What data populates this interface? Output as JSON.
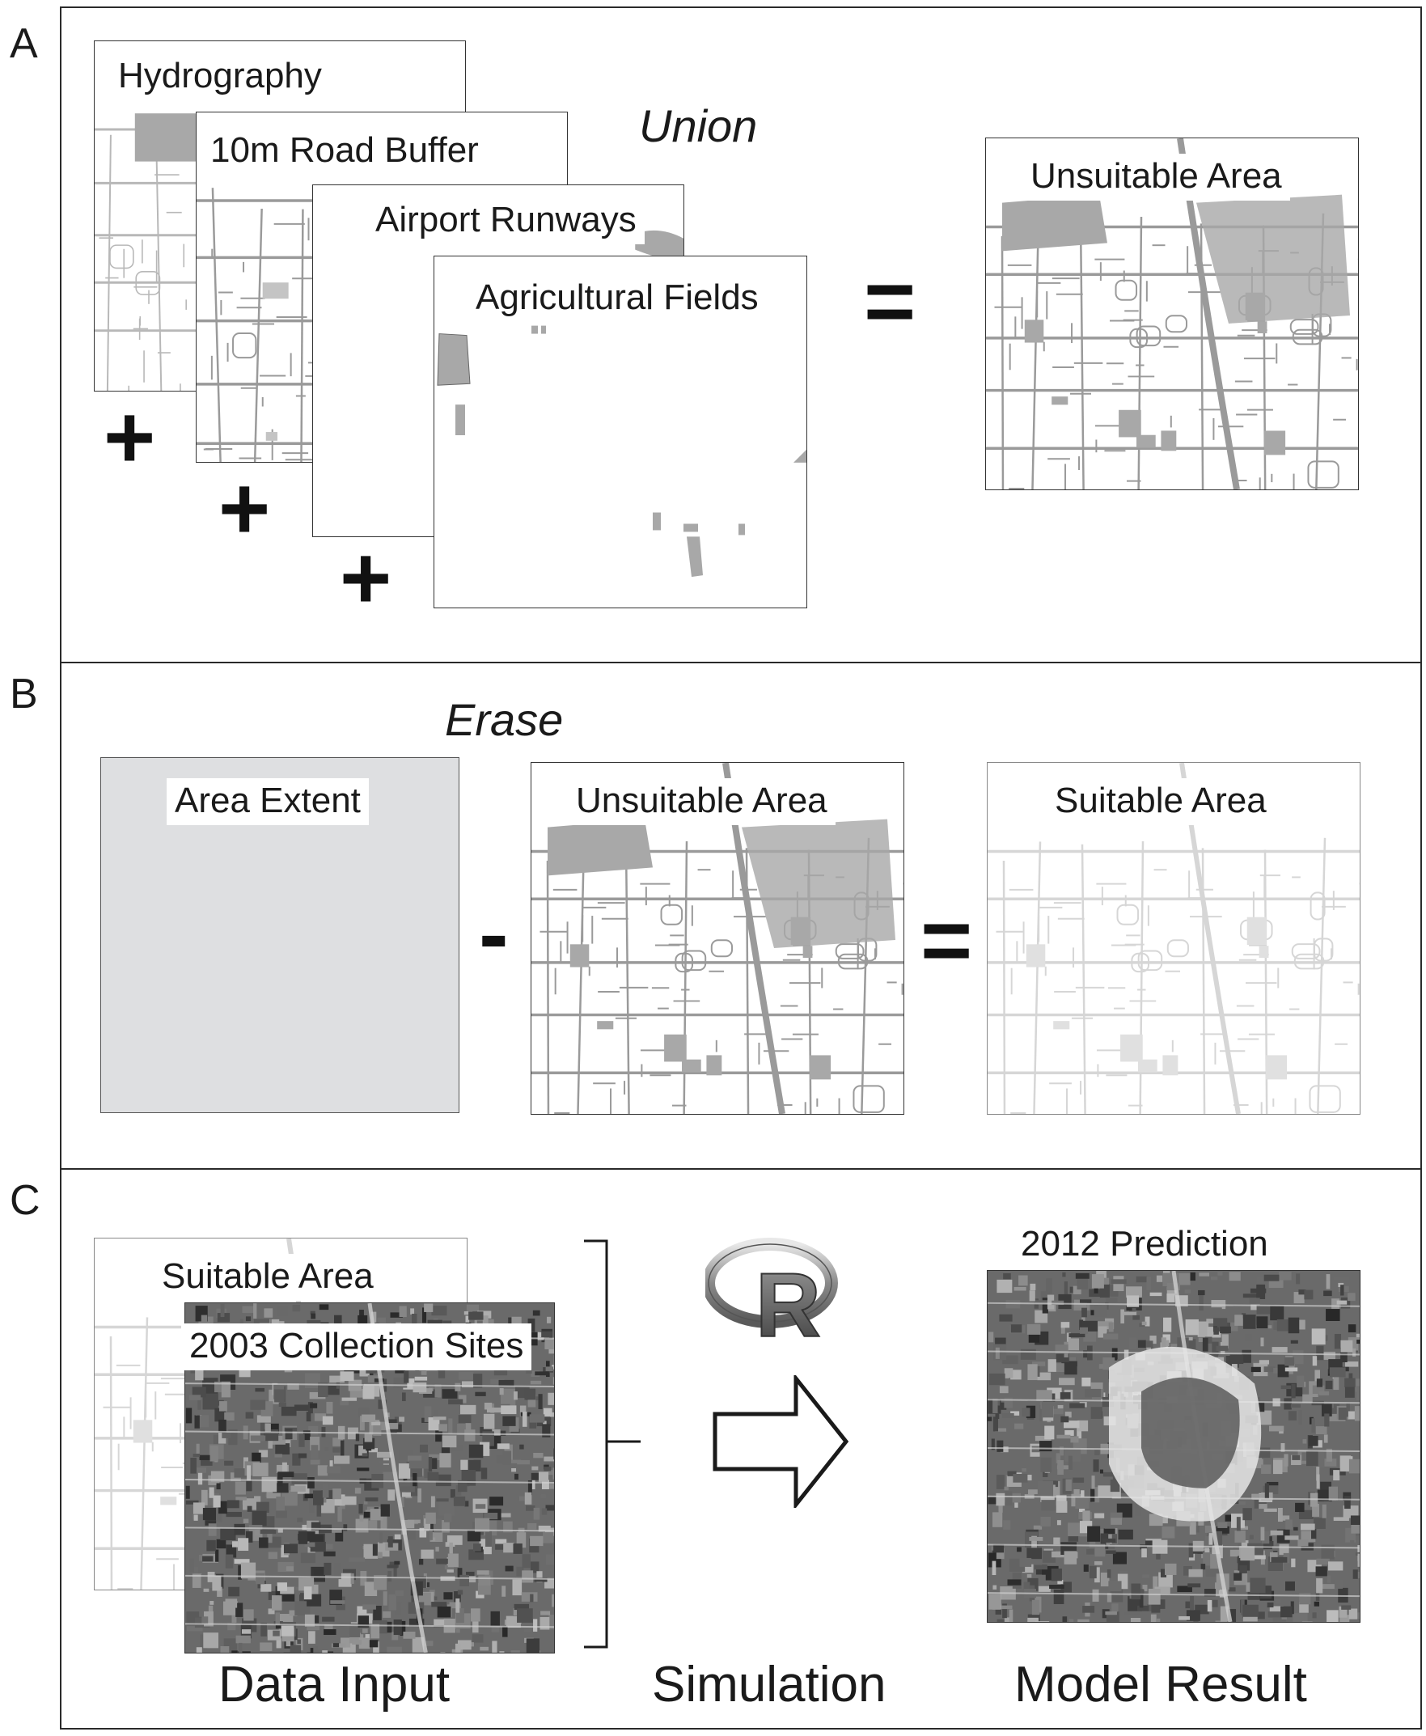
{
  "panels": {
    "a": {
      "letter": "A",
      "operation": "Union",
      "layers": [
        "Hydrography",
        "10m Road Buffer",
        "Airport Runways",
        "Agricultural Fields"
      ],
      "plus_symbol": "+",
      "equals_symbol": "=",
      "result_label": "Unsuitable Area"
    },
    "b": {
      "letter": "B",
      "operation": "Erase",
      "input_label": "Area Extent",
      "minus_symbol": "-",
      "subtract_label": "Unsuitable Area",
      "equals_symbol": "=",
      "result_label": "Suitable Area"
    },
    "c": {
      "letter": "C",
      "input_labels": [
        "Suitable Area",
        "2003 Collection Sites"
      ],
      "r_logo_text": "R",
      "result_label": "2012 Prediction",
      "captions": [
        "Data Input",
        "Simulation",
        "Model Result"
      ]
    }
  },
  "colors": {
    "border": "#2a2a2a",
    "road_gray": "#9a9a9a",
    "fill_gray": "#a8a8a8",
    "extent_gray": "#dedfe1",
    "light_road": "#cfcfcf",
    "satellite_dark": "#3a3a3a"
  },
  "icons": [
    "r-logo-icon",
    "arrow-right-icon",
    "bracket-icon"
  ]
}
